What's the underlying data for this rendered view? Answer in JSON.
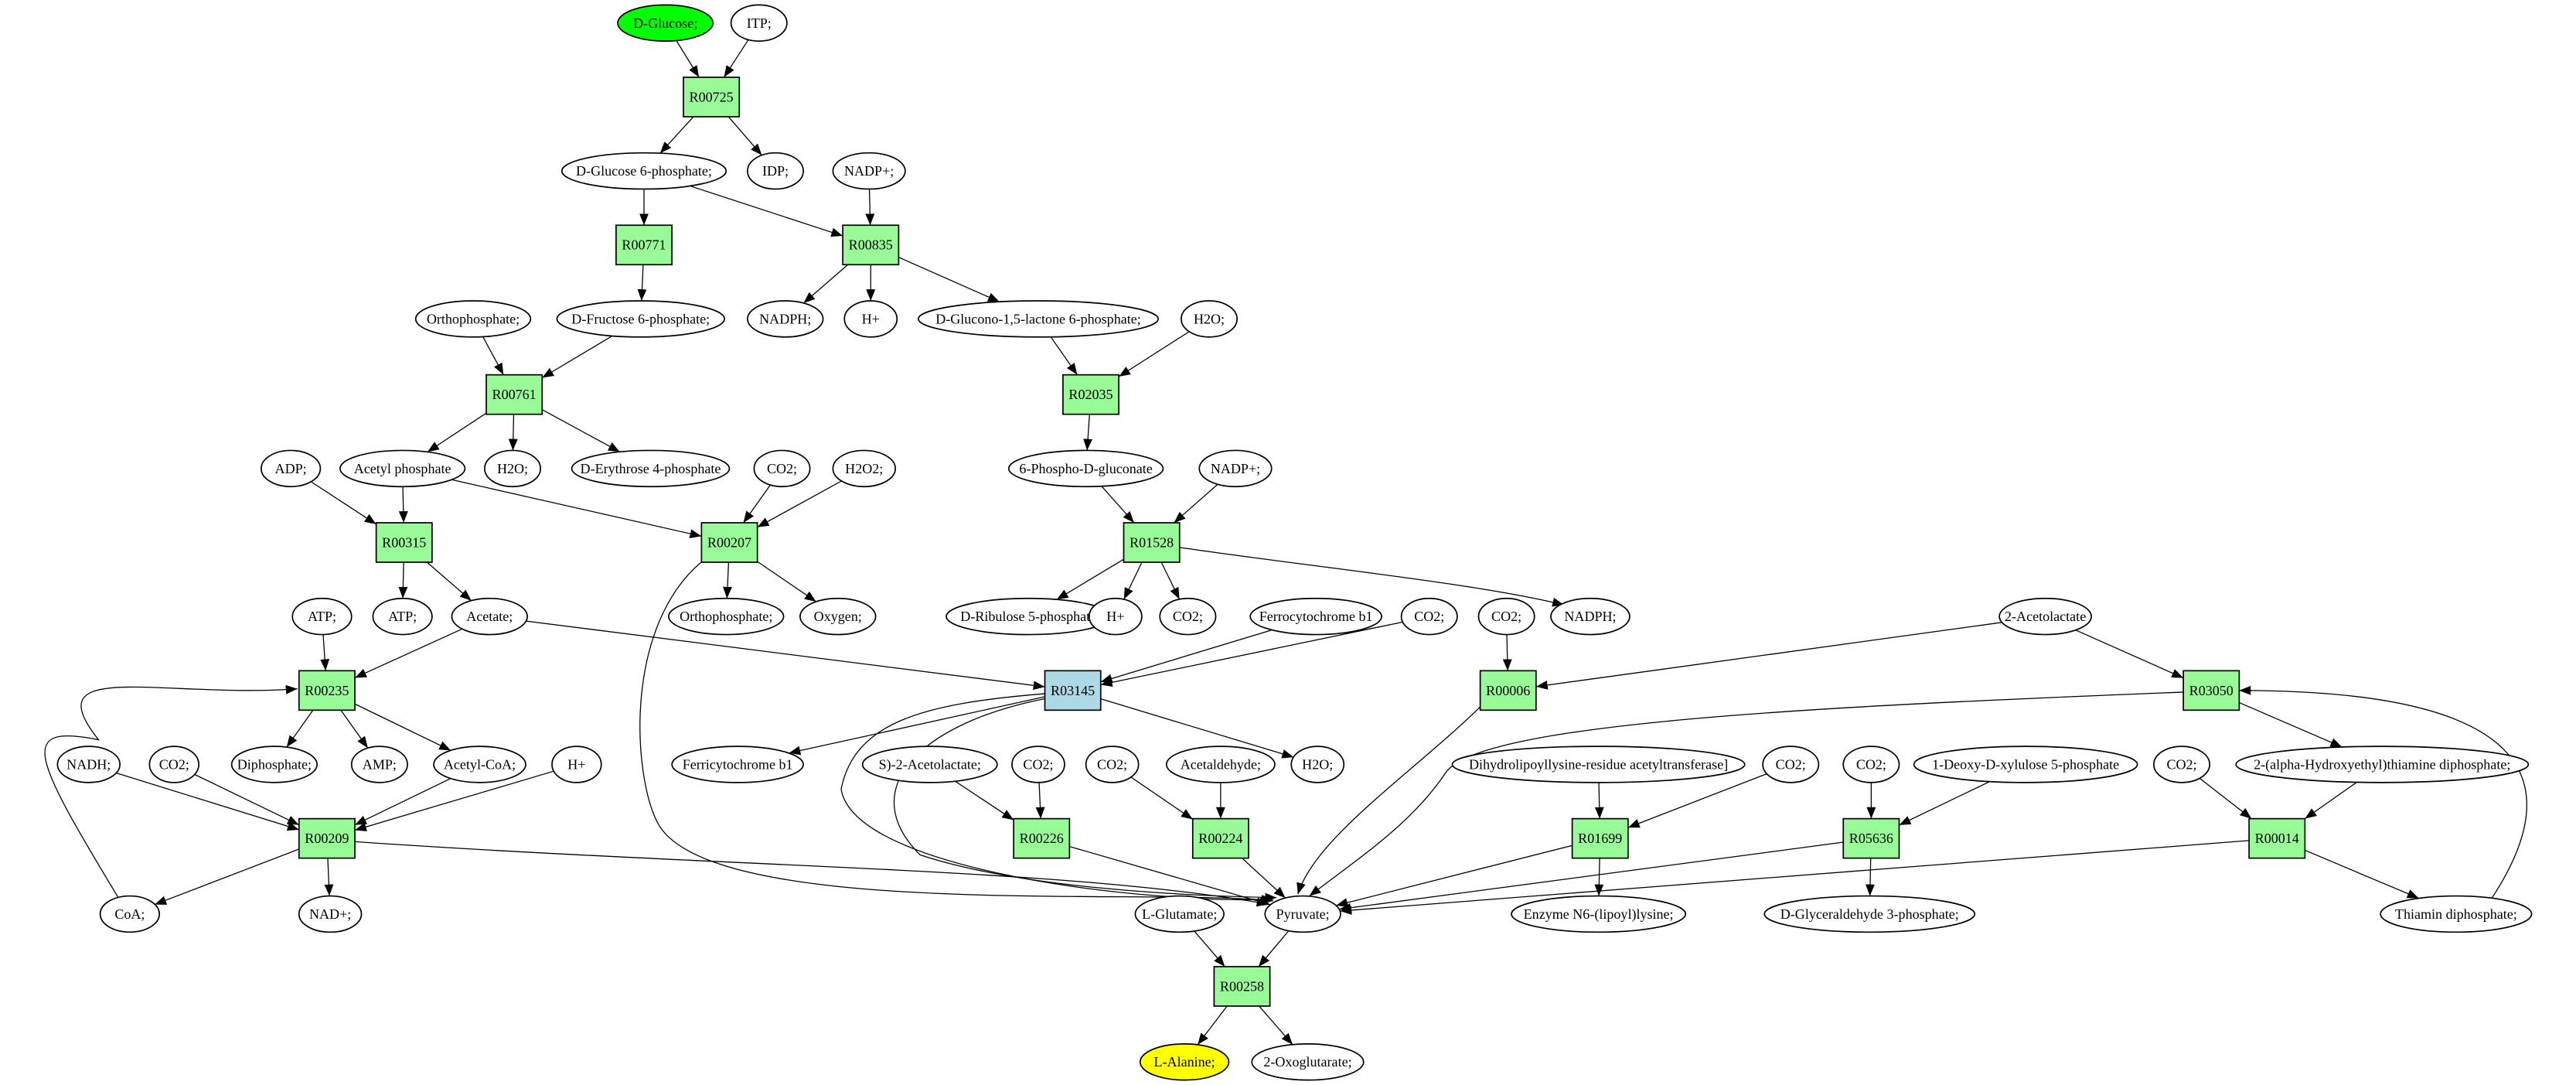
{
  "title": "Metabolic pathway graph: D-Glucose to L-Alanine",
  "colors": {
    "reaction": "#98fb98",
    "reaction_highlight": "#add8e6",
    "source": "#00ff00",
    "target": "#ffff00",
    "compound": "#ffffff"
  },
  "compounds": [
    {
      "id": "c_glucose",
      "label": "D-Glucose;",
      "role": "source"
    },
    {
      "id": "c_itp",
      "label": "ITP;"
    },
    {
      "id": "c_g6p",
      "label": "D-Glucose 6-phosphate;"
    },
    {
      "id": "c_idp",
      "label": "IDP;"
    },
    {
      "id": "c_nadp1",
      "label": "NADP+;"
    },
    {
      "id": "c_f6p",
      "label": "D-Fructose 6-phosphate;"
    },
    {
      "id": "c_nadph1",
      "label": "NADPH;"
    },
    {
      "id": "c_h1",
      "label": "H+"
    },
    {
      "id": "c_gl6p",
      "label": "D-Glucono-1,5-lactone 6-phosphate;"
    },
    {
      "id": "c_h2o1",
      "label": "H2O;"
    },
    {
      "id": "c_ortho1",
      "label": "Orthophosphate;"
    },
    {
      "id": "c_h2o2",
      "label": "H2O;"
    },
    {
      "id": "c_e4p",
      "label": "D-Erythrose 4-phosphate"
    },
    {
      "id": "c_adp",
      "label": "ADP;"
    },
    {
      "id": "c_acp",
      "label": "Acetyl phosphate"
    },
    {
      "id": "c_co2a",
      "label": "CO2;"
    },
    {
      "id": "c_h2o2b",
      "label": "H2O2;"
    },
    {
      "id": "c_6pg",
      "label": "6-Phospho-D-gluconate"
    },
    {
      "id": "c_nadp2",
      "label": "NADP+;"
    },
    {
      "id": "c_atp1",
      "label": "ATP;"
    },
    {
      "id": "c_atp2",
      "label": "ATP;"
    },
    {
      "id": "c_acetate",
      "label": "Acetate;"
    },
    {
      "id": "c_ortho2",
      "label": "Orthophosphate;"
    },
    {
      "id": "c_oxygen",
      "label": "Oxygen;"
    },
    {
      "id": "c_r5p",
      "label": "D-Ribulose 5-phosphate"
    },
    {
      "id": "c_h2",
      "label": "H+"
    },
    {
      "id": "c_co2b",
      "label": "CO2;"
    },
    {
      "id": "c_ferro",
      "label": "Ferrocytochrome b1"
    },
    {
      "id": "c_co2c",
      "label": "CO2;"
    },
    {
      "id": "c_co2d",
      "label": "CO2;"
    },
    {
      "id": "c_nadph2",
      "label": "NADPH;"
    },
    {
      "id": "c_acl",
      "label": "2-Acetolactate"
    },
    {
      "id": "c_nadh",
      "label": "NADH;"
    },
    {
      "id": "c_co2e",
      "label": "CO2;"
    },
    {
      "id": "c_dip",
      "label": "Diphosphate;"
    },
    {
      "id": "c_amp",
      "label": "AMP;"
    },
    {
      "id": "c_acoa",
      "label": "Acetyl-CoA;"
    },
    {
      "id": "c_h3",
      "label": "H+"
    },
    {
      "id": "c_ferri",
      "label": "Ferricytochrome b1"
    },
    {
      "id": "c_sacl",
      "label": "S)-2-Acetolactate;"
    },
    {
      "id": "c_co2f",
      "label": "CO2;"
    },
    {
      "id": "c_co2g",
      "label": "CO2;"
    },
    {
      "id": "c_acald",
      "label": "Acetaldehyde;"
    },
    {
      "id": "c_h2o3",
      "label": "H2O;"
    },
    {
      "id": "c_dlat",
      "label": "Dihydrolipoyllysine-residue acetyltransferase]"
    },
    {
      "id": "c_co2h",
      "label": "CO2;"
    },
    {
      "id": "c_co2i",
      "label": "CO2;"
    },
    {
      "id": "c_dxp",
      "label": "1-Deoxy-D-xylulose 5-phosphate"
    },
    {
      "id": "c_co2j",
      "label": "CO2;"
    },
    {
      "id": "c_hetpp",
      "label": "2-(alpha-Hydroxyethyl)thiamine diphosphate;"
    },
    {
      "id": "c_coa",
      "label": "CoA;"
    },
    {
      "id": "c_nad",
      "label": "NAD+;"
    },
    {
      "id": "c_glu",
      "label": "L-Glutamate;"
    },
    {
      "id": "c_pyr",
      "label": "Pyruvate;"
    },
    {
      "id": "c_lip",
      "label": "Enzyme N6-(lipoyl)lysine;"
    },
    {
      "id": "c_gap",
      "label": "D-Glyceraldehyde 3-phosphate;"
    },
    {
      "id": "c_tpp",
      "label": "Thiamin diphosphate;"
    },
    {
      "id": "c_ala",
      "label": "L-Alanine;",
      "role": "target"
    },
    {
      "id": "c_oxo",
      "label": "2-Oxoglutarate;"
    }
  ],
  "reactions": [
    {
      "id": "R00725",
      "label": "R00725"
    },
    {
      "id": "R00771",
      "label": "R00771"
    },
    {
      "id": "R00835",
      "label": "R00835"
    },
    {
      "id": "R00761",
      "label": "R00761"
    },
    {
      "id": "R02035",
      "label": "R02035"
    },
    {
      "id": "R00315",
      "label": "R00315"
    },
    {
      "id": "R00207",
      "label": "R00207"
    },
    {
      "id": "R01528",
      "label": "R01528"
    },
    {
      "id": "R00235",
      "label": "R00235"
    },
    {
      "id": "R03145",
      "label": "R03145",
      "highlight": true
    },
    {
      "id": "R00006",
      "label": "R00006"
    },
    {
      "id": "R03050",
      "label": "R03050"
    },
    {
      "id": "R00209",
      "label": "R00209"
    },
    {
      "id": "R00226",
      "label": "R00226"
    },
    {
      "id": "R00224",
      "label": "R00224"
    },
    {
      "id": "R01699",
      "label": "R01699"
    },
    {
      "id": "R05636",
      "label": "R05636"
    },
    {
      "id": "R00014",
      "label": "R00014"
    },
    {
      "id": "R00258",
      "label": "R00258"
    }
  ]
}
